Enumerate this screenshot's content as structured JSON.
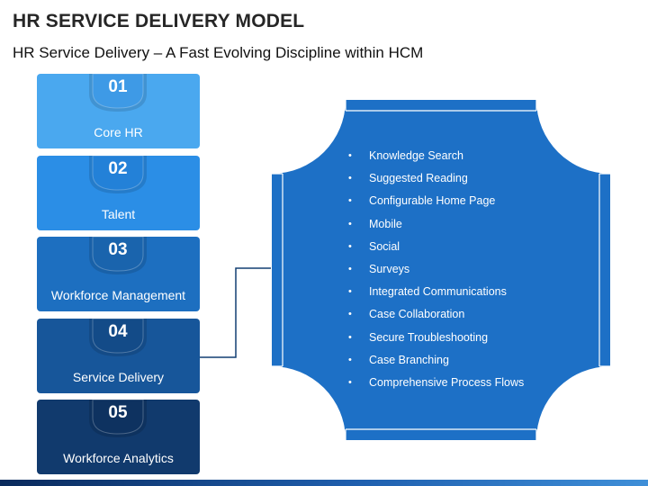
{
  "title": "HR SERVICE DELIVERY MODEL",
  "subtitle": "HR Service Delivery – A Fast Evolving Discipline within HCM",
  "steps": [
    {
      "number": "01",
      "label": "Core HR",
      "color": "#4aa8ef",
      "badge": "#3e9ae6"
    },
    {
      "number": "02",
      "label": "Talent",
      "color": "#2b8ee6",
      "badge": "#2381d8"
    },
    {
      "number": "03",
      "label": "Workforce Management",
      "color": "#1d6fc0",
      "badge": "#1a64ad"
    },
    {
      "number": "04",
      "label": "Service Delivery",
      "color": "#17569a",
      "badge": "#134b88"
    },
    {
      "number": "05",
      "label": "Workforce Analytics",
      "color": "#113a6d",
      "badge": "#0e3260"
    }
  ],
  "panel": {
    "color": "#1d70c6",
    "items": [
      "Knowledge Search",
      "Suggested Reading",
      "Configurable Home Page",
      "Mobile",
      "Social",
      "Surveys",
      "Integrated Communications",
      "Case Collaboration",
      "Secure Troubleshooting",
      "Case Branching",
      "Comprehensive Process Flows"
    ]
  }
}
